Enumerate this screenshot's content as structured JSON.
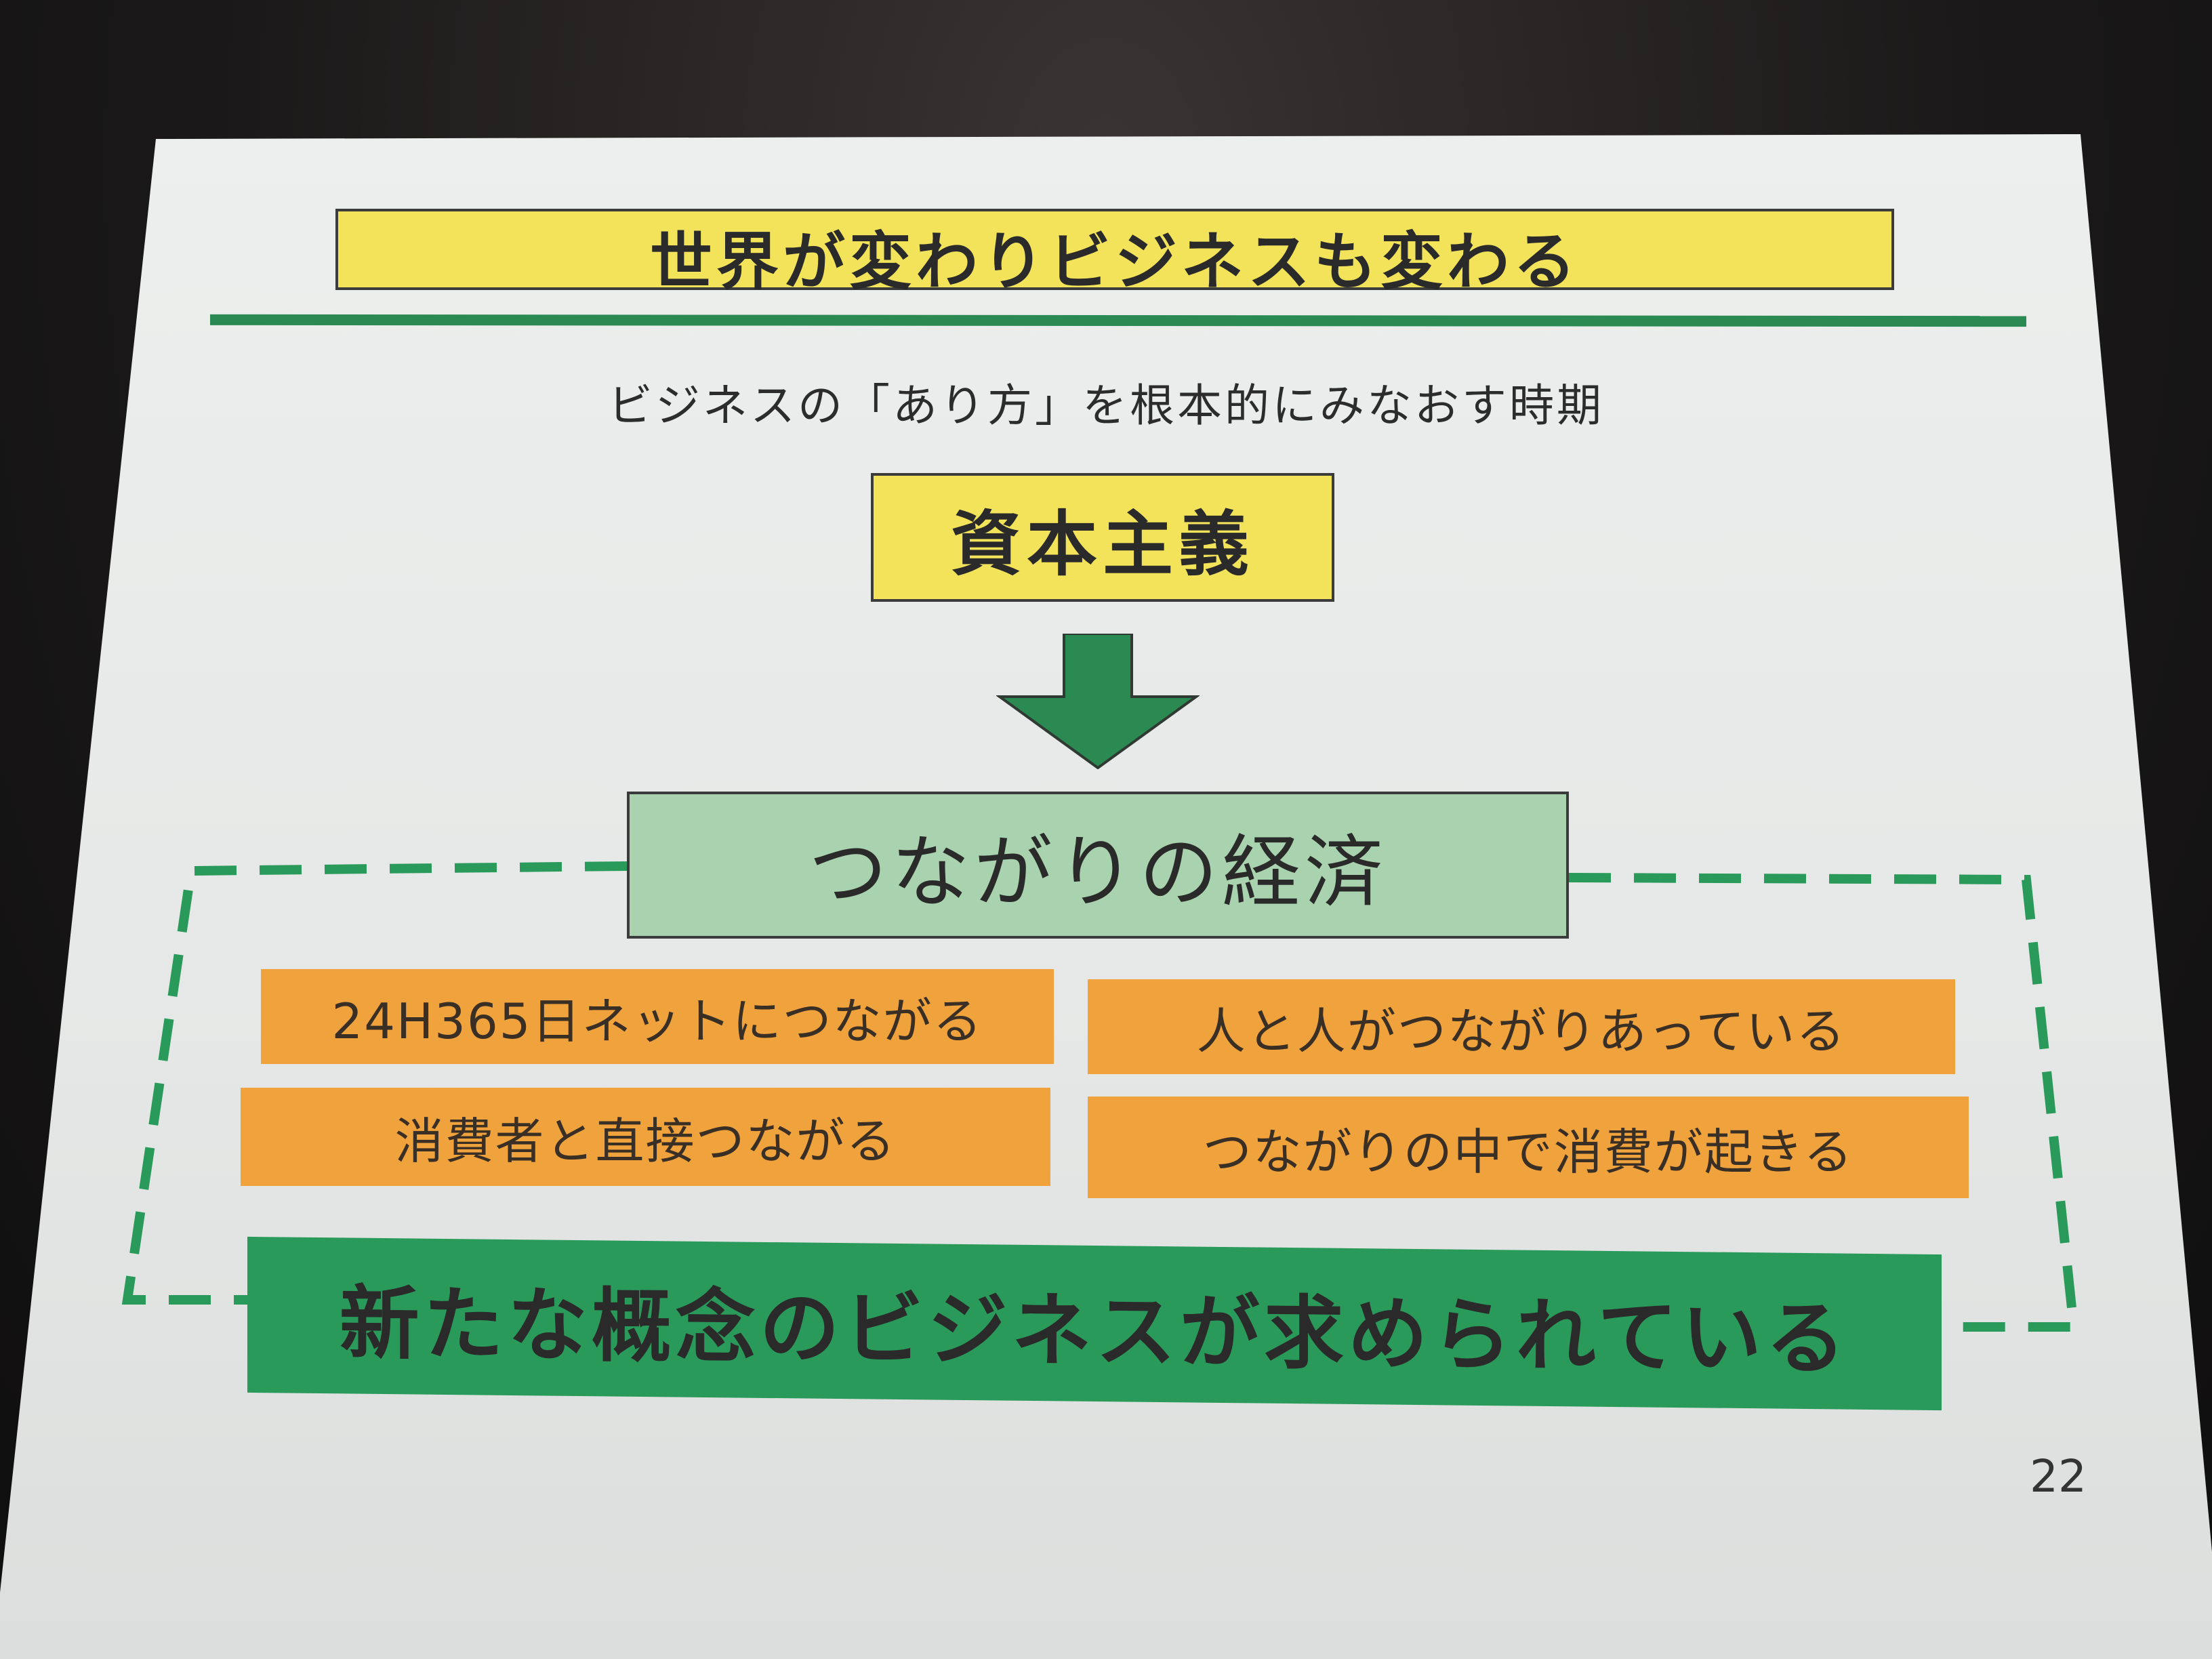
{
  "slide": {
    "title": "世界が変わりビジネスも変わる",
    "subtitle": "ビジネスの「あり方」を根本的にみなおす時期",
    "from_concept": "資本主義",
    "to_concept": "つながりの経済",
    "features": [
      "24H365日ネットにつながる",
      "人と人がつながりあっている",
      "消費者と直接つながる",
      "つながりの中で消費が起きる"
    ],
    "conclusion": "新たな概念のビジネスが求められている",
    "page_number": "22"
  },
  "colors": {
    "yellow": "#f2e35a",
    "dark_green": "#2a8a52",
    "light_green": "#a9d3ae",
    "orange": "#f0a23c",
    "bright_green": "#2a9a5a"
  },
  "icons": {
    "arrow": "down-arrow-icon"
  }
}
